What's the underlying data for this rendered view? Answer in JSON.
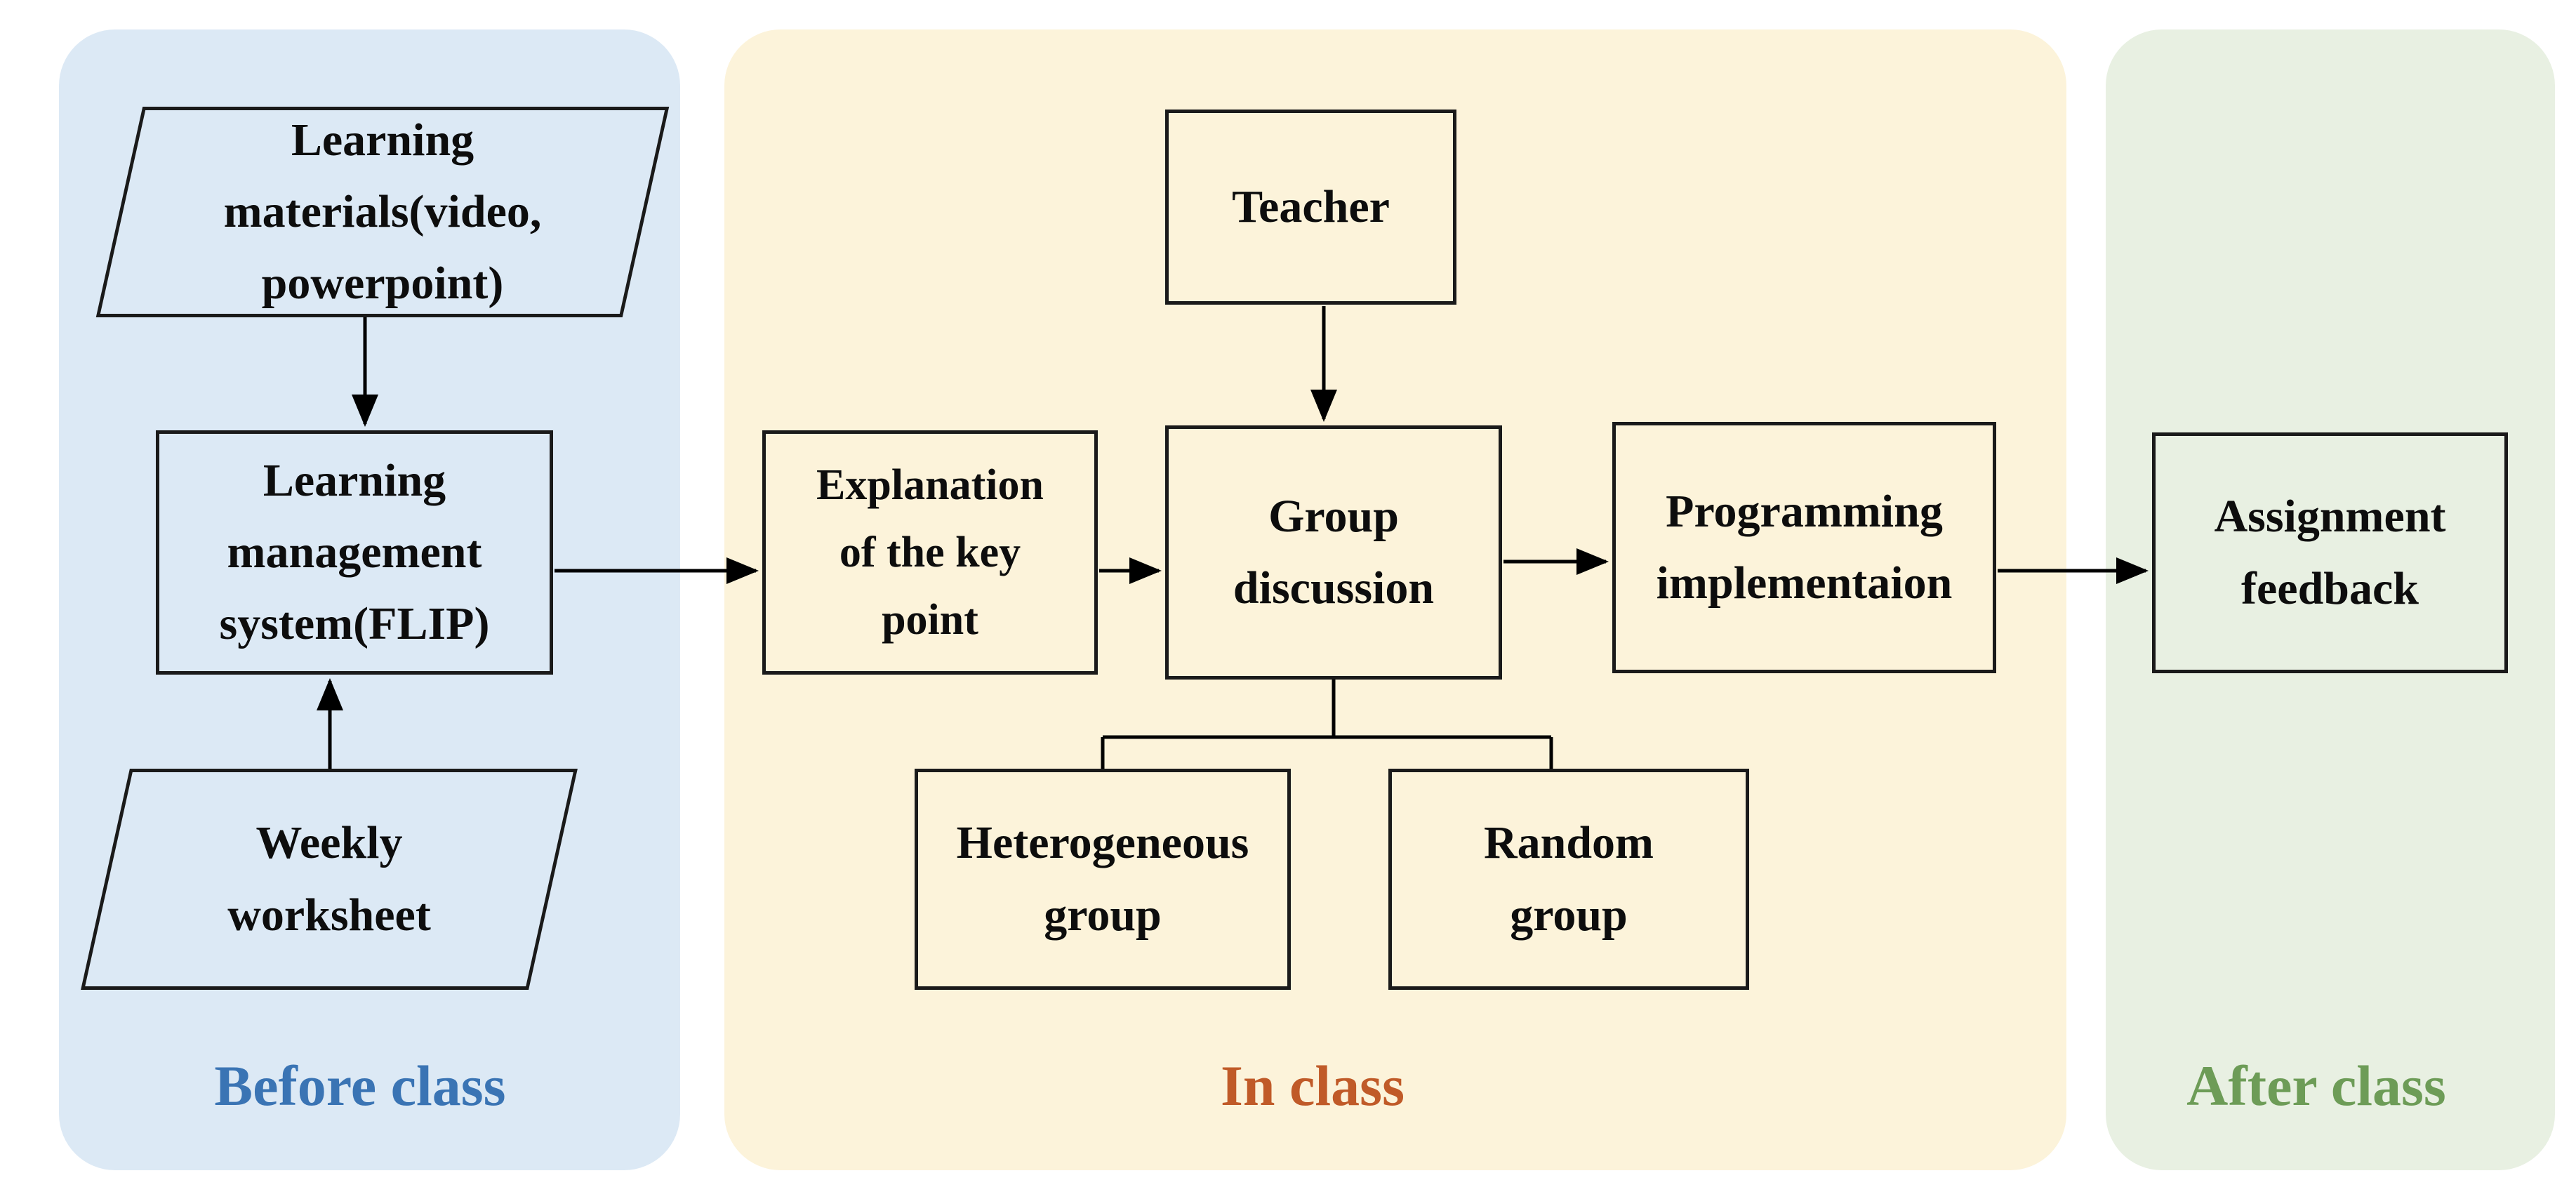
{
  "diagram": {
    "title": "Flipped classroom flow diagram",
    "sections": [
      {
        "id": "before-class",
        "label": "Before class",
        "bg": "#dce9f5",
        "label_color": "#3a74b4"
      },
      {
        "id": "in-class",
        "label": "In class",
        "bg": "#fcf3da",
        "label_color": "#c05a28"
      },
      {
        "id": "after-class",
        "label": "After class",
        "bg": "#e8f0e2",
        "label_color": "#6d9c57"
      }
    ],
    "nodes": [
      {
        "id": "learning-materials",
        "shape": "parallelogram",
        "section": "before-class",
        "label": "Learning\nmaterials(video,\npowerpoint)"
      },
      {
        "id": "learning-management-system",
        "shape": "rectangle",
        "section": "before-class",
        "label": "Learning\nmanagement\nsystem(FLIP)"
      },
      {
        "id": "weekly-worksheet",
        "shape": "parallelogram",
        "section": "before-class",
        "label": "Weekly\nworksheet"
      },
      {
        "id": "explanation-key-point",
        "shape": "rectangle",
        "section": "in-class",
        "label": "Explanation\nof the key\npoint"
      },
      {
        "id": "teacher",
        "shape": "rectangle",
        "section": "in-class",
        "label": "Teacher"
      },
      {
        "id": "group-discussion",
        "shape": "rectangle",
        "section": "in-class",
        "label": "Group\ndiscussion"
      },
      {
        "id": "programming-implementation",
        "shape": "rectangle",
        "section": "in-class",
        "label": "Programming\nimplementaion"
      },
      {
        "id": "heterogeneous-group",
        "shape": "rectangle",
        "section": "in-class",
        "label": "Heterogeneous\ngroup"
      },
      {
        "id": "random-group",
        "shape": "rectangle",
        "section": "in-class",
        "label": "Random\ngroup"
      },
      {
        "id": "assignment-feedback",
        "shape": "rectangle",
        "section": "after-class",
        "label": "Assignment\nfeedback"
      }
    ],
    "edges": [
      {
        "from": "learning-materials",
        "to": "learning-management-system",
        "arrow": true
      },
      {
        "from": "weekly-worksheet",
        "to": "learning-management-system",
        "arrow": true
      },
      {
        "from": "learning-management-system",
        "to": "explanation-key-point",
        "arrow": true
      },
      {
        "from": "explanation-key-point",
        "to": "group-discussion",
        "arrow": true
      },
      {
        "from": "teacher",
        "to": "group-discussion",
        "arrow": true
      },
      {
        "from": "group-discussion",
        "to": "programming-implementation",
        "arrow": true
      },
      {
        "from": "programming-implementation",
        "to": "assignment-feedback",
        "arrow": true
      },
      {
        "from": "group-discussion",
        "to": "heterogeneous-group",
        "arrow": false
      },
      {
        "from": "group-discussion",
        "to": "random-group",
        "arrow": false
      }
    ],
    "edge_color": "#000000"
  }
}
